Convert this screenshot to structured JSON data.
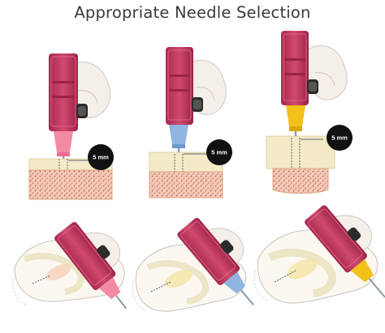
{
  "title": "Appropriate Needle Selection",
  "panels": [
    {
      "depth_label": "5 mm",
      "hub_color": "#f28aa6"
    },
    {
      "depth_label": "5 mm",
      "hub_color": "#8fb4e0"
    },
    {
      "depth_label": "5 mm",
      "hub_color": "#f2c21b"
    }
  ],
  "colors": {
    "driver": "#c0395f",
    "skin": "#f3eac8",
    "bone_fill": "#f1c9b4",
    "callout": "#111111"
  }
}
